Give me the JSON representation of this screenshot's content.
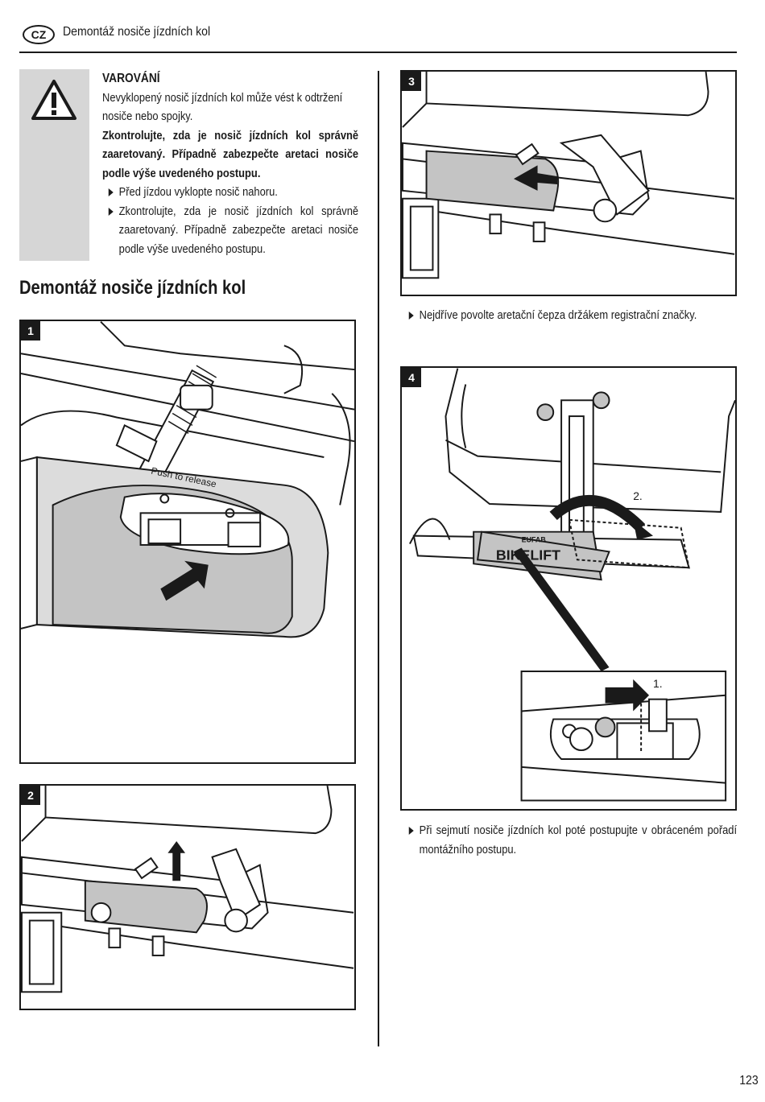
{
  "header": {
    "lang_code": "CZ",
    "title": "Demontáž nosiče jízdních kol"
  },
  "warning": {
    "icon": "warning-triangle-icon",
    "title": "VAROVÁNÍ",
    "text": "Nevyklopený nosič jízdních kol může vést k odtržení nosiče nebo spojky.",
    "bold_text": "Zkontrolujte, zda je nosič jízdních kol správně zaaretovaný. Případně zabezpečte aretaci nosiče podle výše uvedeného postupu.",
    "bullets": [
      "Před jízdou vyklopte nosič nahoru.",
      "Zkontrolujte, zda je nosič jízdních kol správně zaaretovaný. Případně zabezpečte aretaci nosiče podle výše uvedeného postupu."
    ]
  },
  "section_title": "Demontáž nosiče jízdních kol",
  "figures": {
    "fig1": {
      "number": "1",
      "label": "Push to release"
    },
    "fig2": {
      "number": "2"
    },
    "fig3": {
      "number": "3"
    },
    "fig4": {
      "number": "4",
      "step1": "1.",
      "step2": "2.",
      "brand": "EUFAB",
      "plate_text": "BIKELIFT"
    }
  },
  "notes": {
    "fig3_instruction": "Nejdříve povolte aretační čepza držákem registrační značky.",
    "fig4_instruction": "Při sejmutí nosiče jízdních kol poté postupujte v obráceném pořadí montážního postupu."
  },
  "page_number": "123"
}
